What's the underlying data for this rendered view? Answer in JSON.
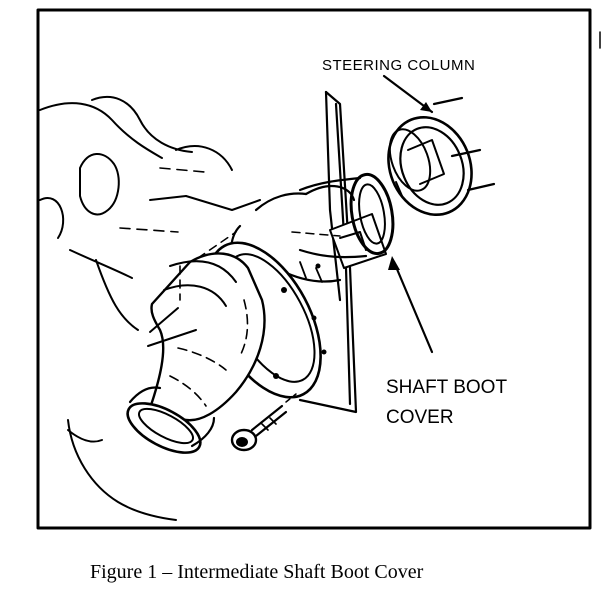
{
  "labels": {
    "steering_column": "STEERING COLUMN",
    "shaft_boot_cover_line1": "SHAFT BOOT",
    "shaft_boot_cover_line2": "COVER"
  },
  "caption": "Figure 1 – Intermediate Shaft Boot Cover",
  "colors": {
    "ink": "#000000",
    "paper": "#ffffff"
  }
}
